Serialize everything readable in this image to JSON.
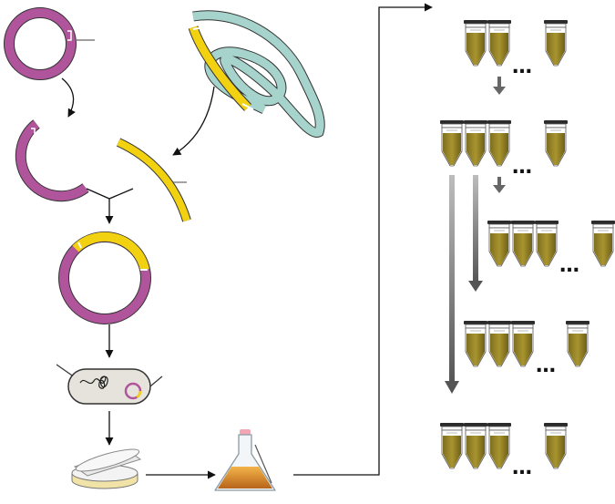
{
  "colors": {
    "plasmid": "#b0559c",
    "insert": "#f2d210",
    "dna_strand": "#a6d4cc",
    "tube_liquid": "#9c8a2e",
    "tube_cap": "#2b2b2b",
    "flask_liquid": "#e8a33c",
    "cell_body": "#e6e3dc",
    "arrow": "#111111",
    "gradient_arrow": "#666666"
  },
  "icons": [
    "plasmid-icon",
    "dna-strand-icon",
    "cut-plasmid-icon",
    "insert-fragment-icon",
    "recombinant-plasmid-icon",
    "bacterium-icon",
    "petri-dish-icon",
    "culture-flask-icon",
    "tube-icon"
  ],
  "ellipsis": "…",
  "tube_rows": [
    {
      "count_shown": 3
    },
    {
      "count_shown": 4
    },
    {
      "count_shown": 4
    },
    {
      "count_shown": 4
    },
    {
      "count_shown": 4
    }
  ]
}
